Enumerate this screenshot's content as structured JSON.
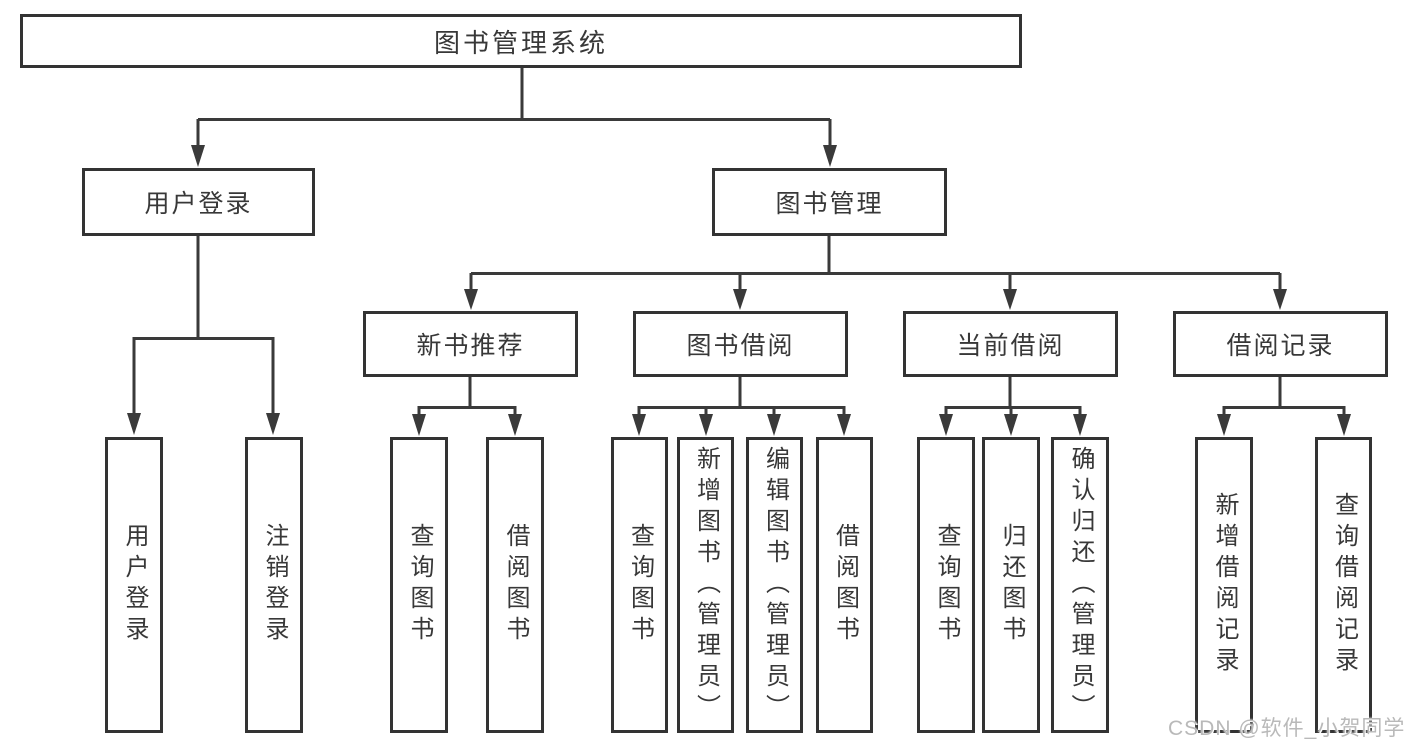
{
  "diagram": {
    "root_label": "图书管理系统",
    "branches": [
      {
        "label": "用户登录",
        "children": [
          {
            "label": "用户登录"
          },
          {
            "label": "注销登录"
          }
        ]
      },
      {
        "label": "图书管理",
        "children": [
          {
            "label": "新书推荐",
            "children": [
              {
                "label": "查询图书"
              },
              {
                "label": "借阅图书"
              }
            ]
          },
          {
            "label": "图书借阅",
            "children": [
              {
                "label": "查询图书"
              },
              {
                "label": "新增图书（管理员）"
              },
              {
                "label": "编辑图书（管理员）"
              },
              {
                "label": "借阅图书"
              }
            ]
          },
          {
            "label": "当前借阅",
            "children": [
              {
                "label": "查询图书"
              },
              {
                "label": "归还图书"
              },
              {
                "label": "确认归还（管理员）"
              }
            ]
          },
          {
            "label": "借阅记录",
            "children": [
              {
                "label": "新增借阅记录"
              },
              {
                "label": "查询借阅记录"
              }
            ]
          }
        ]
      }
    ],
    "colors": {
      "line": "#3a3a3a",
      "box_border": "#333333",
      "text": "#383838",
      "background": "#ffffff",
      "watermark": "#b9b9b9"
    },
    "watermark": {
      "text": "CSDN @软件_小贺同学"
    }
  }
}
